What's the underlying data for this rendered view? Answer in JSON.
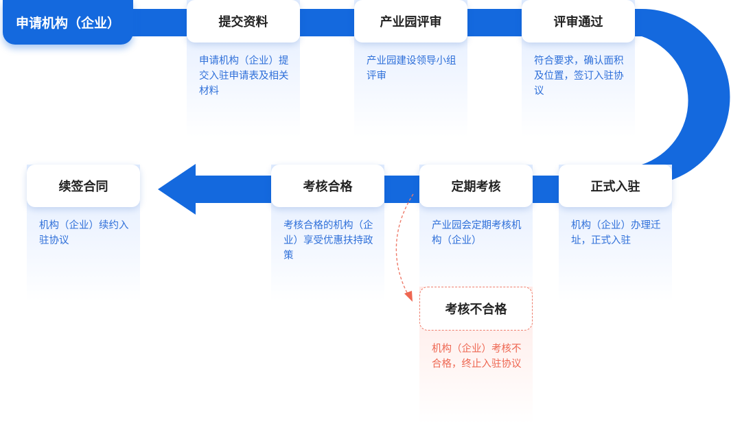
{
  "start": {
    "label": "申请机构（企业）"
  },
  "steps": [
    {
      "title": "提交资料",
      "desc": "申请机构（企业）提交入驻申请表及相关材料"
    },
    {
      "title": "产业园评审",
      "desc": "产业园建设领导小组评审"
    },
    {
      "title": "评审通过",
      "desc": "符合要求，确认面积及位置，签订入驻协议"
    },
    {
      "title": "正式入驻",
      "desc": "机构（企业）办理迁址，正式入驻"
    },
    {
      "title": "定期考核",
      "desc": "产业园会定期考核机构（企业）"
    },
    {
      "title": "考核合格",
      "desc": "考核合格的机构（企业）享受优惠扶持政策"
    },
    {
      "title": "续签合同",
      "desc": "机构（企业）续约入驻协议"
    }
  ],
  "fail": {
    "title": "考核不合格",
    "desc": "机构（企业）考核不合格，终止入驻协议"
  },
  "colors": {
    "track": "#1469de",
    "desc": "#2e6fd9",
    "fail": "#ee6651",
    "card_bg": "#e3eeff"
  }
}
